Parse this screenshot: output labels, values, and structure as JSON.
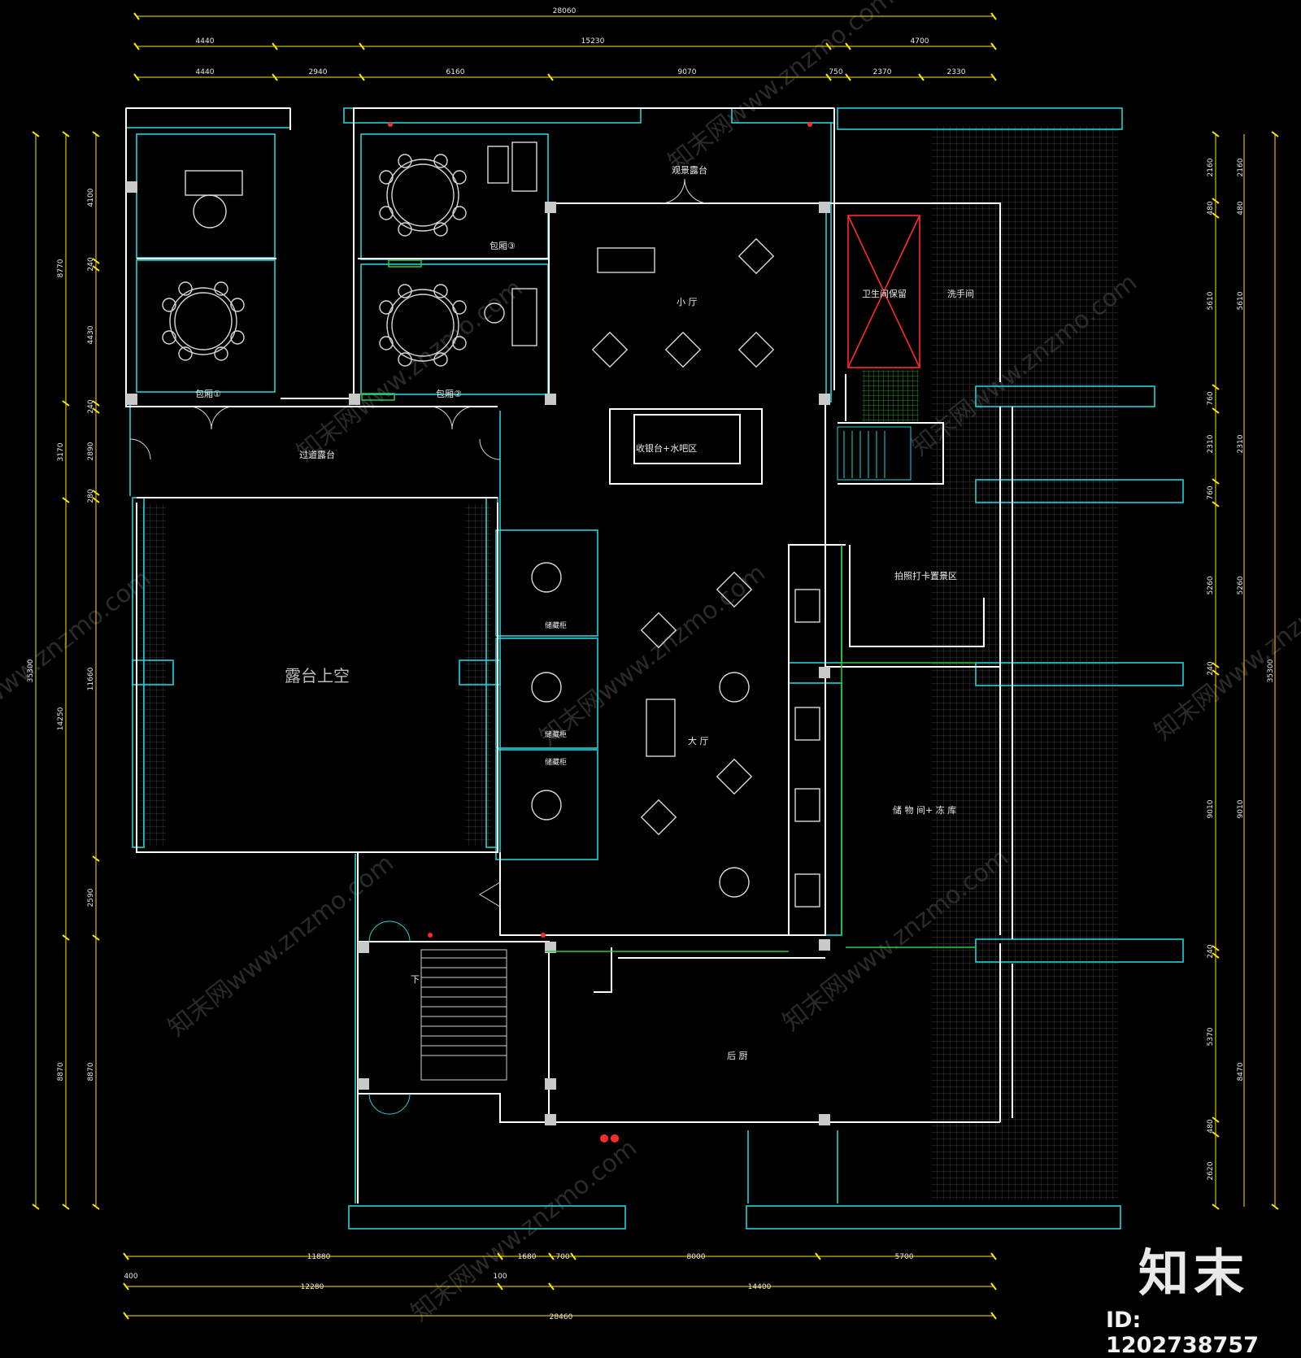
{
  "brand": {
    "mark": "知末",
    "id_text": "ID: 1202738757",
    "watermark": "知末网www.znzmo.com"
  },
  "colors": {
    "wall": "#ffffff",
    "cyan": "#22d3d8",
    "green": "#2ecc40",
    "red": "#ff2a2a",
    "dim": "#ffe600",
    "furniture": "#cfcfcf"
  },
  "rooms": {
    "private1": "包厢①",
    "private2": "包厢②",
    "private3": "包厢③",
    "view_terrace": "观景露台",
    "small_hall": "小 厅",
    "restroom": "卫生间保留",
    "washroom": "洗手间",
    "cashier": "收银台+水吧区",
    "passage_terrace": "过道露台",
    "terrace_void": "露台上空",
    "photo_area": "拍照打卡置景区",
    "main_hall": "大 厅",
    "storage": "储 物 间+ 冻 库",
    "kitchen": "后 厨",
    "stair_down": "下"
  },
  "dims_top": {
    "total": "28060",
    "a": "4440",
    "b": "15230",
    "c": "4700",
    "s1": "4440",
    "s2": "2940",
    "s3": "6160",
    "s4": "9070",
    "s5": "750",
    "s6": "2370",
    "s7": "2330"
  },
  "dims_bottom": {
    "total": "28460",
    "a1": "11880",
    "a2": "1680",
    "a3": "700",
    "a4": "8000",
    "a5": "5700",
    "b0": "400",
    "b1": "12280",
    "b2": "100",
    "b3": "14400"
  },
  "dims_left": {
    "total": "35300",
    "l1": "8770",
    "l2": "3170",
    "l3": "14250",
    "l4": "8870",
    "m1": "4100",
    "m2": "240",
    "m3": "4430",
    "m4": "240",
    "m5": "2890",
    "m6": "280",
    "m7": "11660",
    "m8": "2590",
    "m9": "8870"
  },
  "dims_right": {
    "total": "35300",
    "r1": "2160",
    "r2": "480",
    "r3": "5610",
    "r4": "760",
    "r5": "2310",
    "r6": "760",
    "r7": "5260",
    "r8": "240",
    "r9": "9010",
    "r10": "240",
    "r11": "5370",
    "r12": "480",
    "r13": "2620",
    "o1": "2160",
    "o2": "480",
    "o3": "5610",
    "o4": "2310",
    "o5": "5260",
    "o6": "9010",
    "o7": "8470"
  },
  "seat_label": "储藏柜"
}
